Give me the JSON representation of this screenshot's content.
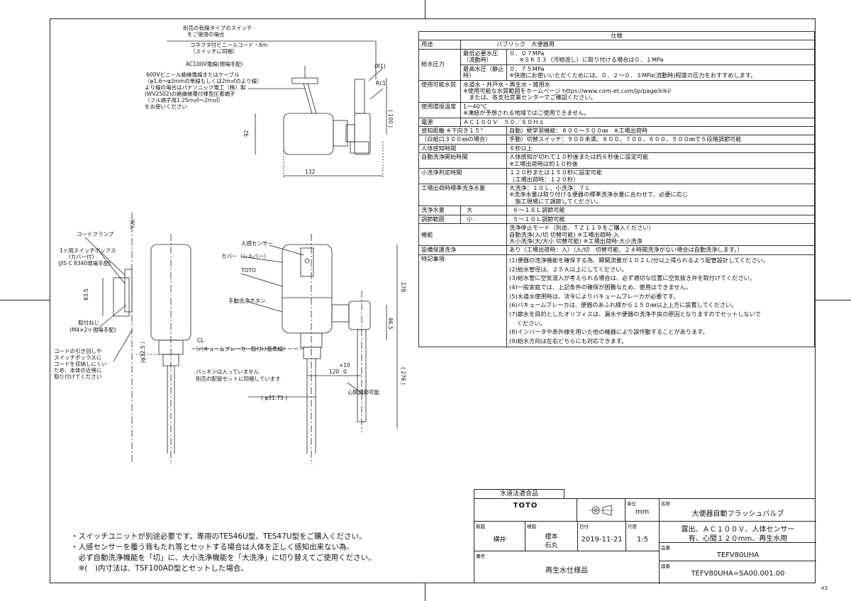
{
  "top_view": {
    "switch_note": [
      "別売の有線タイプのスイッチ",
      "をご使用の場合"
    ],
    "cord_note": [
      "コネクタ付ビニールコード・6m",
      "（スイッチに同梱）"
    ],
    "power_label": "AC100V電線(現場手配)",
    "cable_note": [
      "600Vビニール絶縁電線またはケーブル",
      "（φ1.6～φ2mmの単線もしくは2m㎡のより線）",
      "より線の場合はパナソニック電工（株）製",
      "(WV2502)の絶縁被覆付棒型圧着端子",
      "（フル端子用1.25m㎡～2m㎡）",
      "をお使いください"
    ],
    "r1": "(R1)",
    "rc1": "Rc1",
    "dim_100": "( 100 )",
    "dim_92": "92",
    "dim_132": "132"
  },
  "front_view": {
    "wl": "W.L",
    "cord_clamp": "コードクランプ",
    "switch_box": [
      "1ヶ用スイッチボックス",
      "（カバー付）",
      "(JIS C 8340現場手配)"
    ],
    "dim_83_5": "83.5",
    "mount_screw": [
      "取付ねじ",
      "(M4×2ヶ現場手配)"
    ],
    "cord_note": [
      "コードの引き回しや",
      "スイッチボックスに",
      "コードを収納しにくい",
      "ため、本体の近傍に",
      "取り付けてください"
    ],
    "dim_32_5": "(φ32.5 )"
  },
  "side_view": {
    "sensor": "人感センサー",
    "cover": "カバー（シルバー）",
    "toto": "TOTO",
    "manual_button": "手動洗浄ボタン",
    "cl": "CL",
    "vacuum_note": "（バキュームブレーカー取付け基準線）",
    "packing_note": [
      "パッキンは入っていません",
      "別売の配管セットに同梱しています"
    ],
    "center_adjust": "心間調節可能",
    "dim_178": "178",
    "dim_46_5": "46.5",
    "dim_276": "( 276 )",
    "dim_31_75": "( φ31.75 )",
    "dim_plus10": "+10",
    "dim_120": "120",
    "dim_zero": "0"
  },
  "spec": {
    "title": "仕様",
    "rows": [
      {
        "k": "用途",
        "v": [
          "パブリック　大便器用"
        ]
      },
      {
        "k": "給水圧力",
        "sub": "最低必要水圧（流動時）",
        "v": [
          "０．０７MPa",
          "※ＳＫ３３（汚物流し）に取り付ける場合は０．１MPa"
        ]
      },
      {
        "k": "",
        "sub": "最高水圧（静止時）",
        "v": [
          "０．７５MPa",
          "※快適にお使いいただくためには、０．２～０．３MPa(流動時)程度の圧力をおすすめします。"
        ]
      },
      {
        "k": "使用可能水質",
        "v": [
          "水道水・井戸水・再生水・雑用水",
          "※使用可能な水質範囲をホームページ https://www.com-et.com/jp/page/kiki/",
          "　または、各支社営業センターでご確認ください。"
        ]
      },
      {
        "k": "使用環境温度",
        "v": [
          "1～40°C",
          "※凍結が予想される地域ではご使用できません。"
        ]
      },
      {
        "k": "電源",
        "v": [
          "ＡＣ１００Ｖ　５０／６０Ｈｚ"
        ]
      },
      {
        "k": "感知距離 ※下向き１５°",
        "v": [
          "自動）壁学習機能：８００～５００㎜　※工場出荷時"
        ]
      },
      {
        "k": "（白紙口３００㎜の場合）",
        "v": [
          "手動）切替スイッチ：９００未満、８００、７００、６００、５００㎜で５段階調節可能"
        ]
      },
      {
        "k": "人体感知時間",
        "v": [
          "６秒以上"
        ]
      },
      {
        "k": "自動洗浄開始時間",
        "v": [
          "人体感知が切れて１０秒後または約６秒後に設定可能",
          "※工場出荷時は約１０秒後"
        ]
      },
      {
        "k": "小洗浄判定時間",
        "v": [
          "１２０秒または１５０秒に設定可能",
          "（工場出荷時：１２０秒）"
        ]
      },
      {
        "k": "工場出荷時標準洗浄水量",
        "v": [
          "大洗浄：１０Ｌ、小洗浄：７Ｌ",
          "※洗浄水量は取り付ける便器の標準洗浄水量に合わせて、必要に応じ",
          "　施工現場にて調節してください。"
        ]
      },
      {
        "k": "洗浄水量",
        "sub": "大",
        "v": [
          "６～１６Ｌ調節可能"
        ]
      },
      {
        "k": "調節範囲",
        "sub": "小",
        "v": [
          "５～１０Ｌ調節可能"
        ]
      },
      {
        "k": "機能",
        "v": [
          "洗浄停止モード（別途、ＴＺ１１９をご購入ください）",
          "自動洗浄(入/切 切替可能) ※工場出荷時:入",
          "大小洗浄(大/大小 切替可能) ※工場出荷時:大小洗浄"
        ]
      },
      {
        "k": "設備保護洗浄",
        "v": [
          "あり（工場出荷時：入）（入/切　切替可能、２４時間洗浄がない場合は自動洗浄します。）"
        ]
      },
      {
        "k": "特記事項",
        "v": [
          "(1)便器の洗浄機能を確保する為、瞬間流量が１０２Ｌ/分以上得られるよう配管設計してください。",
          "(2)給水管径は、２５Ａ以上にしてください。",
          "(3)給水管に空気混入が考えられる場合は、必ず適切な位置に空気抜き弁を取付けてください。",
          "(4)一般家庭では、上記条件の確保が困難なため、使用はできません。",
          "(5)水道水使用時は、法令によりバキュームブレーカが必要です。",
          "(6)バキュームブレーカは、便器のあふれ縁から１５０㎜以上上方に設置してください。",
          "(7)節水を目的としたオリフィスは、漏水や便器の洗浄不良の原因となりますのでセットしないで",
          "　 ください。",
          "(8)インバータや赤外線を用いた他の機器により誤作動することがあります。",
          "(9)給水方向は左右どちらにも対応できます。"
        ]
      }
    ]
  },
  "notes": [
    "・スイッチユニットが別途必要です。専用のTES46U型、TES47U型をご購入ください。",
    "・人感センサーを覆う背もたれ等とセットする場合は人体を正しく感知出来ない為、",
    "　必ず自動洗浄機能を「切」に、大小洗浄機能を「大洗浄」に切り替えてご使用ください。",
    "　※(　)内寸法は、TSF100AD型とセットした場合。"
  ],
  "title_block": {
    "water_law": "水道法適合品",
    "logo": "TOTO",
    "unit_cap": "単位",
    "unit": "mm",
    "name_cap": "名称",
    "name": "大便器自動フラッシュバルブ",
    "desc": [
      "露出、ＡＣ１００Ｖ、人体センサー",
      "有、心間１２０mm、再生水用"
    ],
    "drawn_cap": "製図",
    "drawn": "横井",
    "check_cap": "検図",
    "check": [
      "榎本",
      "石丸"
    ],
    "date_cap": "日付",
    "date": "2019-11-21",
    "scale_cap": "尺度",
    "scale": "1:5",
    "part_cap": "品番",
    "part": "TEFV80UHA",
    "remark_cap": "備考",
    "remark": "再生水仕様品",
    "dwg_cap": "図番",
    "dwg": "TEFV80UHA=SA00.001.00",
    "size": "A3"
  }
}
